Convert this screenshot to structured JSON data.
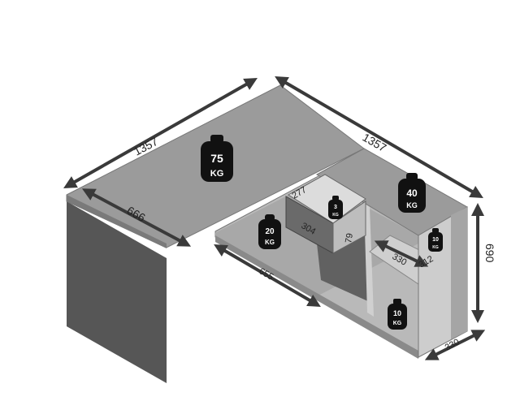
{
  "dimensions": {
    "desk_width_left": "1357",
    "desk_width_right": "1357",
    "desk_depth": "666",
    "cabinet_length": "655",
    "drawer_depth": "277",
    "drawer_width": "304",
    "drawer_height": "79",
    "shelf_depth": "330",
    "shelf_width": "312",
    "height": "690",
    "cabinet_depth": "330"
  },
  "weights": {
    "desk_top": {
      "value": "75",
      "unit": "KG"
    },
    "cabinet_top": {
      "value": "40",
      "unit": "KG"
    },
    "open_shelf": {
      "value": "20",
      "unit": "KG"
    },
    "drawer": {
      "value": "3",
      "unit": "KG"
    },
    "side_shelf": {
      "value": "10",
      "unit": "KG"
    },
    "bottom_shelf": {
      "value": "10",
      "unit": "KG"
    }
  },
  "colors": {
    "top": "#9b9b9b",
    "side": "#555555",
    "inner": "#b8b8b8",
    "weight": "#111111"
  }
}
